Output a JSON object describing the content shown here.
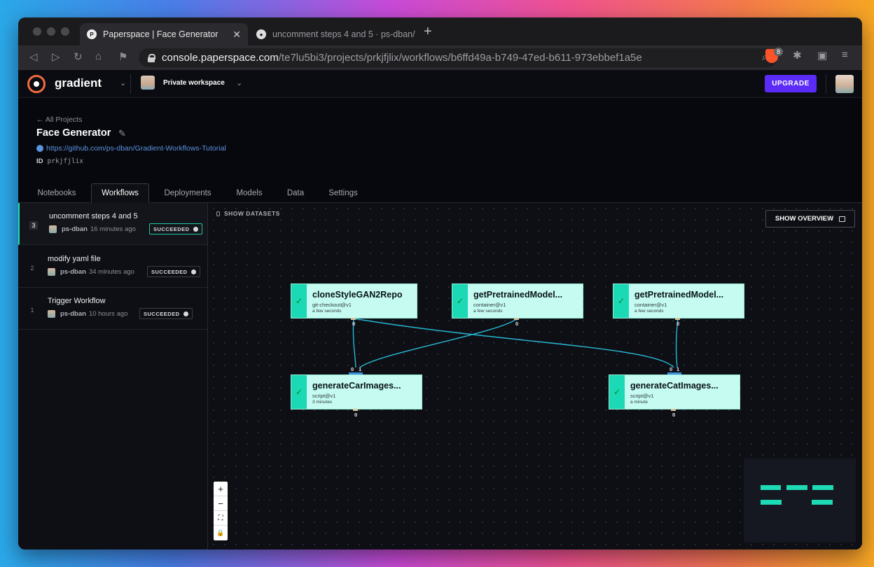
{
  "browser": {
    "tabs": [
      {
        "title": "Paperspace | Face Generator",
        "favicon": "paperspace-icon"
      },
      {
        "title": "uncomment steps 4 and 5 · ps-dban/",
        "favicon": "github-icon"
      }
    ],
    "url_host": "console.paperspace.com",
    "url_path": "/te7lu5bi3/projects/prkjfjlix/workflows/b6ffd49a-b749-47ed-b611-973ebbef1a5e",
    "extension_badge": "8"
  },
  "topnav": {
    "logo": "gradient",
    "workspace": "Private workspace",
    "upgrade_label": "UPGRADE"
  },
  "project": {
    "back_link": "← All Projects",
    "title": "Face Generator",
    "repo_url": "https://github.com/ps-dban/Gradient-Workflows-Tutorial",
    "id_label": "ID",
    "id_value": "prkjfjlix"
  },
  "project_tabs": [
    "Notebooks",
    "Workflows",
    "Deployments",
    "Models",
    "Data",
    "Settings"
  ],
  "active_tab": "Workflows",
  "runs": [
    {
      "num": "3",
      "title": "uncomment steps 4 and 5",
      "author": "ps-dban",
      "time": "16 minutes ago",
      "status": "SUCCEEDED",
      "active": true
    },
    {
      "num": "2",
      "title": "modify yaml file",
      "author": "ps-dban",
      "time": "34 minutes ago",
      "status": "SUCCEEDED",
      "active": false
    },
    {
      "num": "1",
      "title": "Trigger Workflow",
      "author": "ps-dban",
      "time": "10 hours ago",
      "status": "SUCCEEDED",
      "active": false
    }
  ],
  "canvas": {
    "show_datasets": "SHOW DATASETS",
    "show_overview": "SHOW OVERVIEW",
    "nodes": [
      {
        "name": "cloneStyleGAN2Repo",
        "type": "git-checkout@v1",
        "time": "a few seconds",
        "out_port": "0"
      },
      {
        "name": "getPretrainedModel...",
        "type": "container@v1",
        "time": "a few seconds",
        "out_port": "0"
      },
      {
        "name": "getPretrainedModel...",
        "type": "container@v1",
        "time": "a few seconds",
        "out_port": "0"
      },
      {
        "name": "generateCarImages...",
        "type": "script@v1",
        "time": "3 minutes",
        "in_ports": [
          "0",
          "1"
        ],
        "out_port": "0"
      },
      {
        "name": "generateCatImages...",
        "type": "script@v1",
        "time": "a minute",
        "in_ports": [
          "0",
          "1"
        ],
        "out_port": "0"
      }
    ],
    "zoom_controls": [
      "+",
      "−",
      "⛶",
      "🔒"
    ]
  },
  "colors": {
    "node_fill": "#c6fbf1",
    "node_stripe": "#1bd9b4",
    "edge": "#28b9d6",
    "upgrade_button": "#5b2cf7",
    "status_border_active": "#1fc8a6"
  }
}
